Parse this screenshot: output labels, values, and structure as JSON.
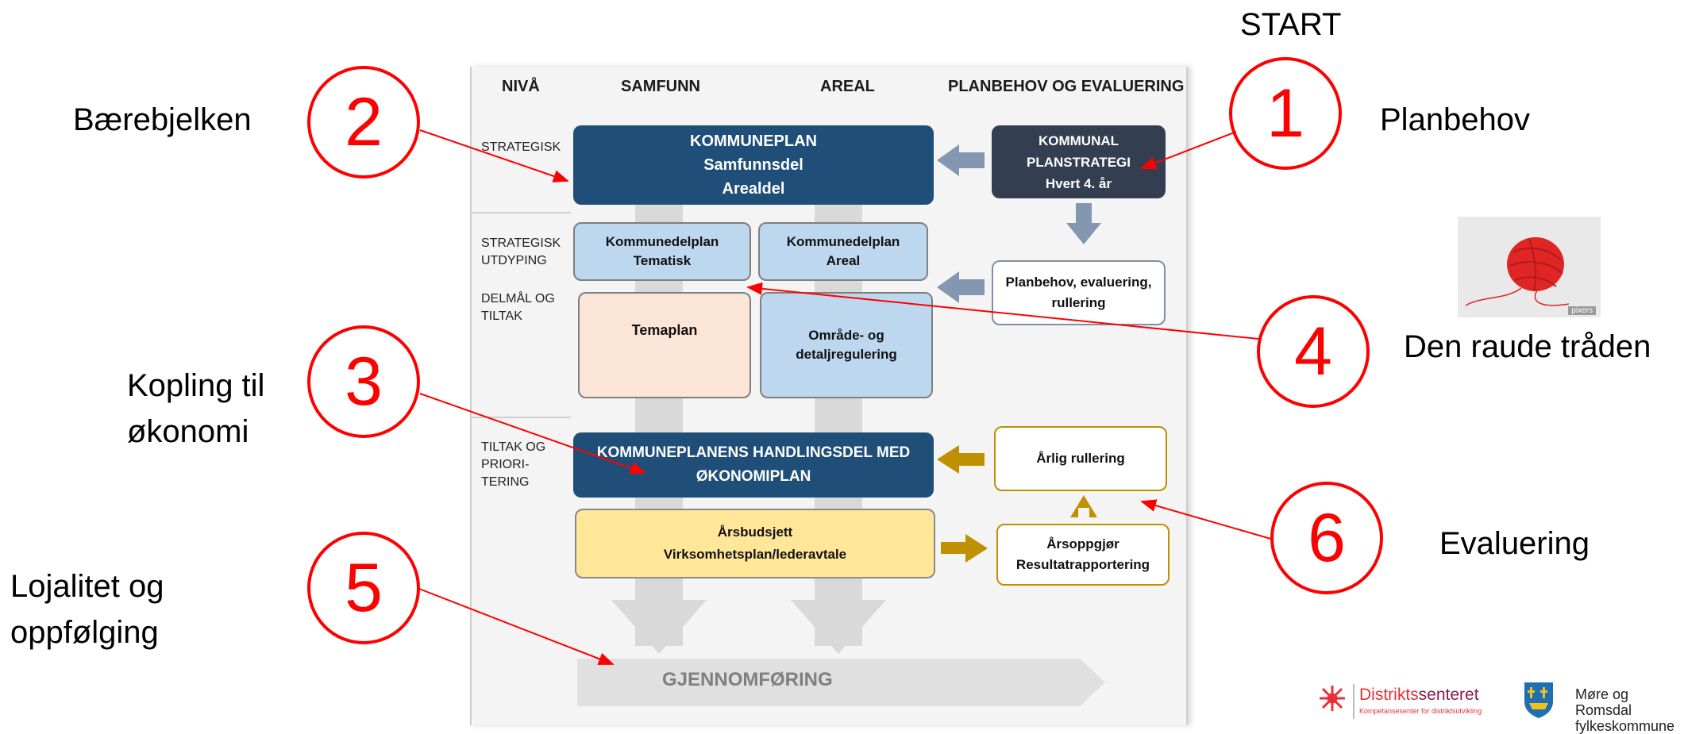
{
  "start_label": "START",
  "callouts": [
    {
      "number": "1",
      "label": "Planbehov"
    },
    {
      "number": "2",
      "label": "Bærebjelken"
    },
    {
      "number": "3",
      "label_line1": "Kopling til",
      "label_line2": "økonomi"
    },
    {
      "number": "4",
      "label": "Den raude tråden"
    },
    {
      "number": "5",
      "label_line1": "Lojalitet og",
      "label_line2": "oppfølging"
    },
    {
      "number": "6",
      "label": "Evaluering"
    }
  ],
  "diagram": {
    "headers": {
      "level": "NIVÅ",
      "society": "SAMFUNN",
      "area": "AREAL",
      "planning": "PLANBEHOV OG EVALUERING"
    },
    "levels": {
      "strategic": "STRATEGISK",
      "strategic_detail_1": "STRATEGISK",
      "strategic_detail_2": "UTDYPING",
      "goals_1": "DELMÅL OG",
      "goals_2": "TILTAK",
      "actions_1": "TILTAK OG",
      "actions_2": "PRIORI-",
      "actions_3": "TERING"
    },
    "boxes": {
      "kommuneplan": [
        "KOMMUNEPLAN",
        "Samfunnsdel",
        "Arealdel"
      ],
      "planstrategi": [
        "KOMMUNAL",
        "PLANSTRATEGI",
        "Hvert 4. år"
      ],
      "kdp_tematisk": [
        "Kommunedelplan",
        "Tematisk"
      ],
      "kdp_areal": [
        "Kommunedelplan",
        "Areal"
      ],
      "planbehov": [
        "Planbehov, evaluering,",
        "rullering"
      ],
      "temaplan": "Temaplan",
      "omrade": [
        "Område- og",
        "detaljregulering"
      ],
      "handlingsdel": [
        "KOMMUNEPLANENS HANDLINGSDEL MED",
        "ØKONOMIPLAN"
      ],
      "arlig": "Årlig rullering",
      "arsbudsjett": [
        "Årsbudsjett",
        "Virksomhetsplan/lederavtale"
      ],
      "arsoppgjor": [
        "Årsoppgjør",
        "Resultatrapportering"
      ],
      "gjennomforing": "GJENNOMFØRING"
    }
  },
  "photo_watermark": "pixers",
  "logos": {
    "distriktssenteret_a": "Distrikts",
    "distriktssenteret_b": "senteret",
    "distriktssenteret_tagline": "Kompetansesenter for distriktsutvikling",
    "county_line1": "Møre og Romsdal",
    "county_line2": "fylkeskommune"
  },
  "colors": {
    "callout": "#ff0000",
    "dark_blue": "#1f4e79",
    "navy": "#333f50",
    "gold": "#bf9000",
    "light_blue": "#bdd7ee"
  }
}
